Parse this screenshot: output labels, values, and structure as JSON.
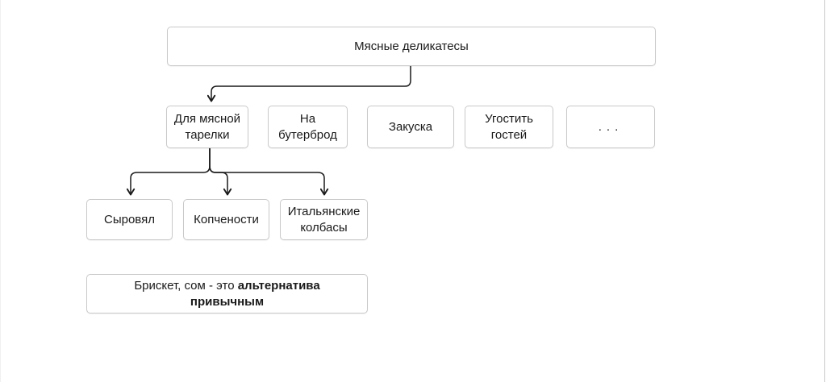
{
  "diagram": {
    "root": {
      "label": "Мясные деликатесы"
    },
    "level2": [
      {
        "label": "Для мясной тарелки"
      },
      {
        "label": "На бутерброд"
      },
      {
        "label": "Закуска"
      },
      {
        "label": "Угостить гостей"
      },
      {
        "label": "..."
      }
    ],
    "level3": [
      {
        "label": "Сыровял"
      },
      {
        "label": "Копчености"
      },
      {
        "label": "Итальянские колбасы"
      }
    ],
    "note": {
      "text_regular": "Брискет, сом - это ",
      "text_bold": "альтернатива привычным"
    }
  },
  "colors": {
    "box_bg": "#ffffff",
    "box_border": "#c9c9c9",
    "text": "#1a1a1a",
    "connector": "#1a1a1a",
    "canvas_edge": "#c9c9c9"
  }
}
